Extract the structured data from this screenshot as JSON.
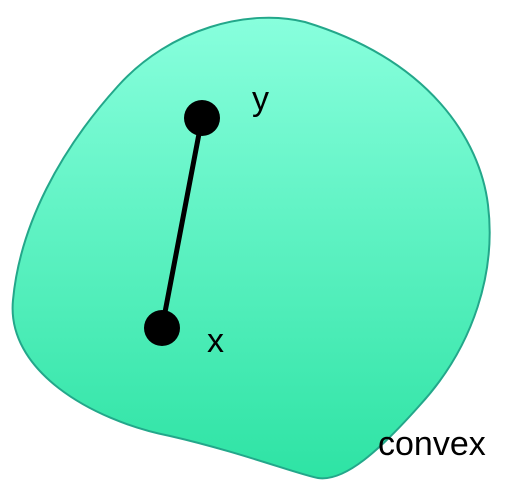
{
  "diagram": {
    "shape": {
      "kind": "convex-blob",
      "fill_top": "#88FFDD",
      "fill_bottom": "#2EE3A4",
      "stroke": "#23A78A"
    },
    "segment": {
      "color": "#000000"
    },
    "points": {
      "y": {
        "label": "y",
        "color": "#000000"
      },
      "x": {
        "label": "x",
        "color": "#000000"
      }
    },
    "caption": "convex"
  }
}
